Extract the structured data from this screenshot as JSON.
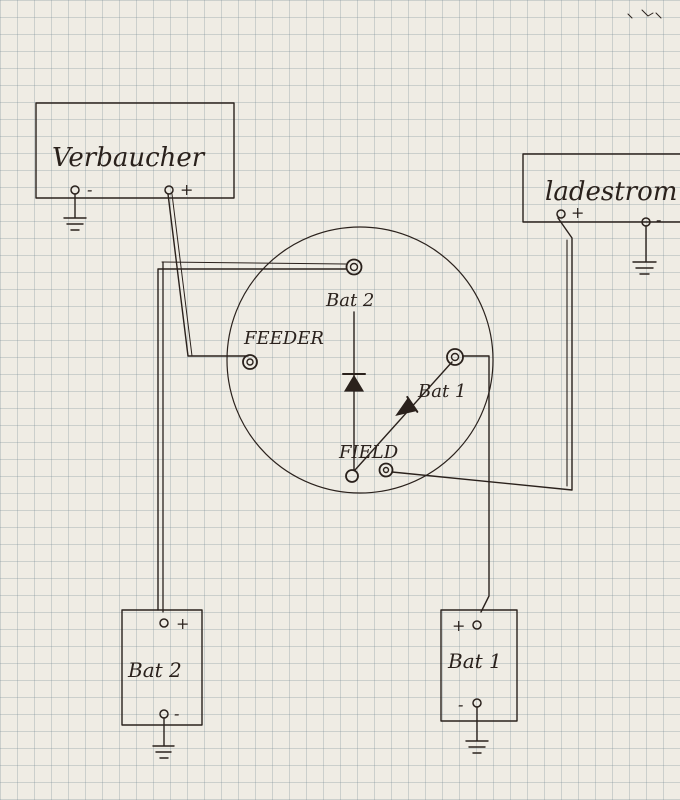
{
  "labels": {
    "consumer_box": "Verbaucher",
    "consumer_neg": "-",
    "consumer_pos": "+",
    "charger_box": "ladestrom",
    "charger_pos": "+",
    "charger_neg": "-",
    "terminal_bat2": "Bat 2",
    "terminal_feeder": "FEEDER",
    "terminal_bat1": "Bat 1",
    "terminal_field": "FIELD",
    "battery2": "Bat 2",
    "battery2_pos": "+",
    "battery2_neg": "-",
    "battery1": "Bat 1",
    "battery1_pos": "+",
    "battery1_neg": "-"
  }
}
